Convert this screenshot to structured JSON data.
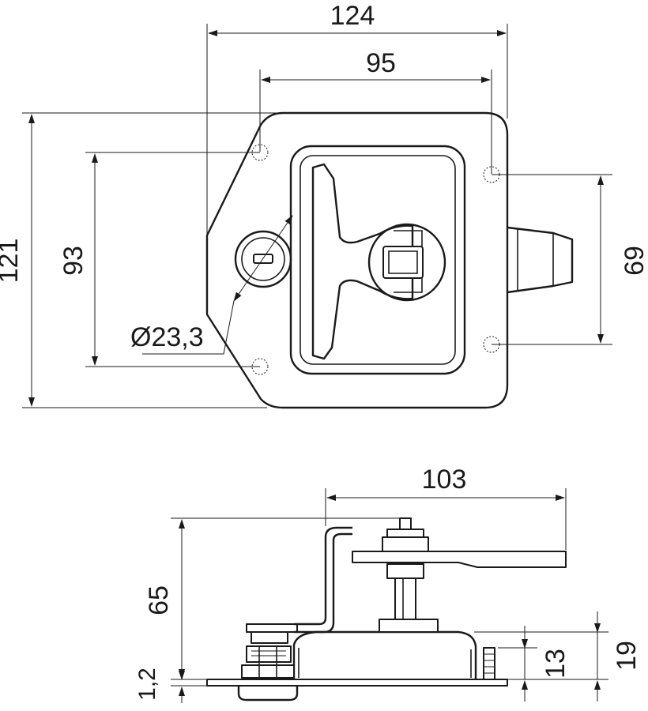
{
  "dimensions": {
    "overall_width": "124",
    "hole_spacing_width": "95",
    "overall_height": "121",
    "hole_spacing_height_left": "93",
    "hole_spacing_height_right": "69",
    "lock_diameter": "Ø23,3",
    "side_length": "103",
    "side_height": "65",
    "plate_thickness": "1,2",
    "body_depth": "13",
    "total_depth": "19"
  },
  "colors": {
    "line": "#1a1a1a",
    "background": "#ffffff"
  }
}
